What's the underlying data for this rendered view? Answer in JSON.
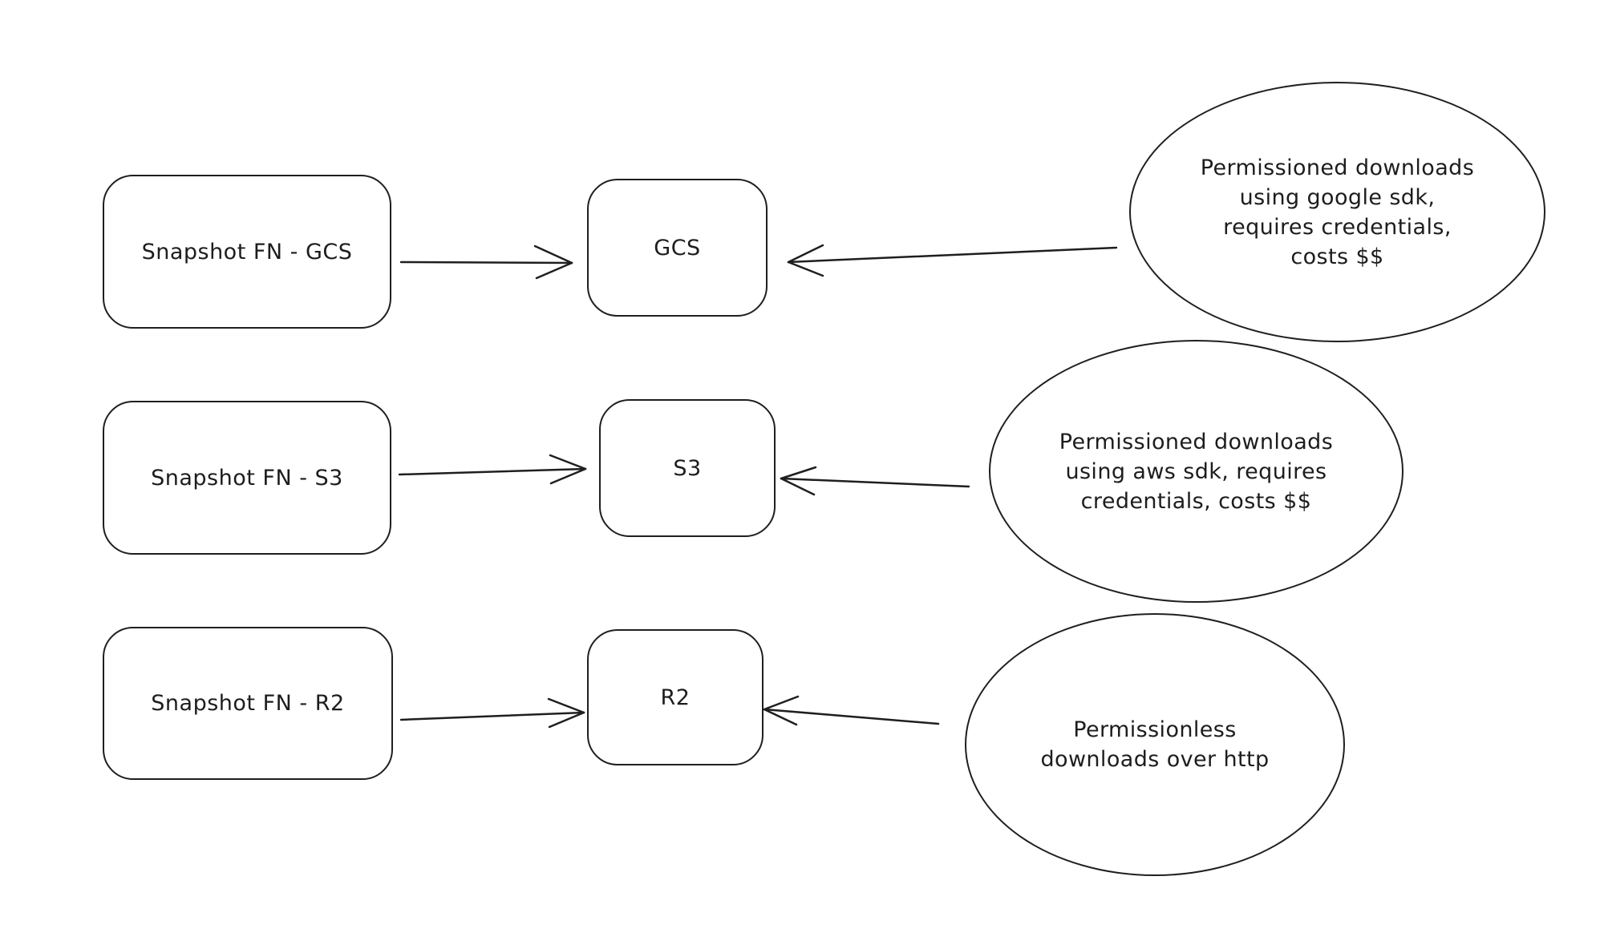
{
  "diagram": {
    "background_color": "#ffffff",
    "stroke_color": "#1f1f1f",
    "style": "hand-drawn whiteboard sketch",
    "rows": [
      {
        "id": "gcs",
        "source_label": "Snapshot FN - GCS",
        "target_label": "GCS",
        "note": "Permissioned downloads\nusing google sdk,\nrequires credentials,\ncosts $$"
      },
      {
        "id": "s3",
        "source_label": "Snapshot FN - S3",
        "target_label": "S3",
        "note": "Permissioned downloads\nusing aws sdk, requires\ncredentials, costs $$"
      },
      {
        "id": "r2",
        "source_label": "Snapshot FN - R2",
        "target_label": "R2",
        "note": "Permissionless\ndownloads over http"
      }
    ]
  }
}
